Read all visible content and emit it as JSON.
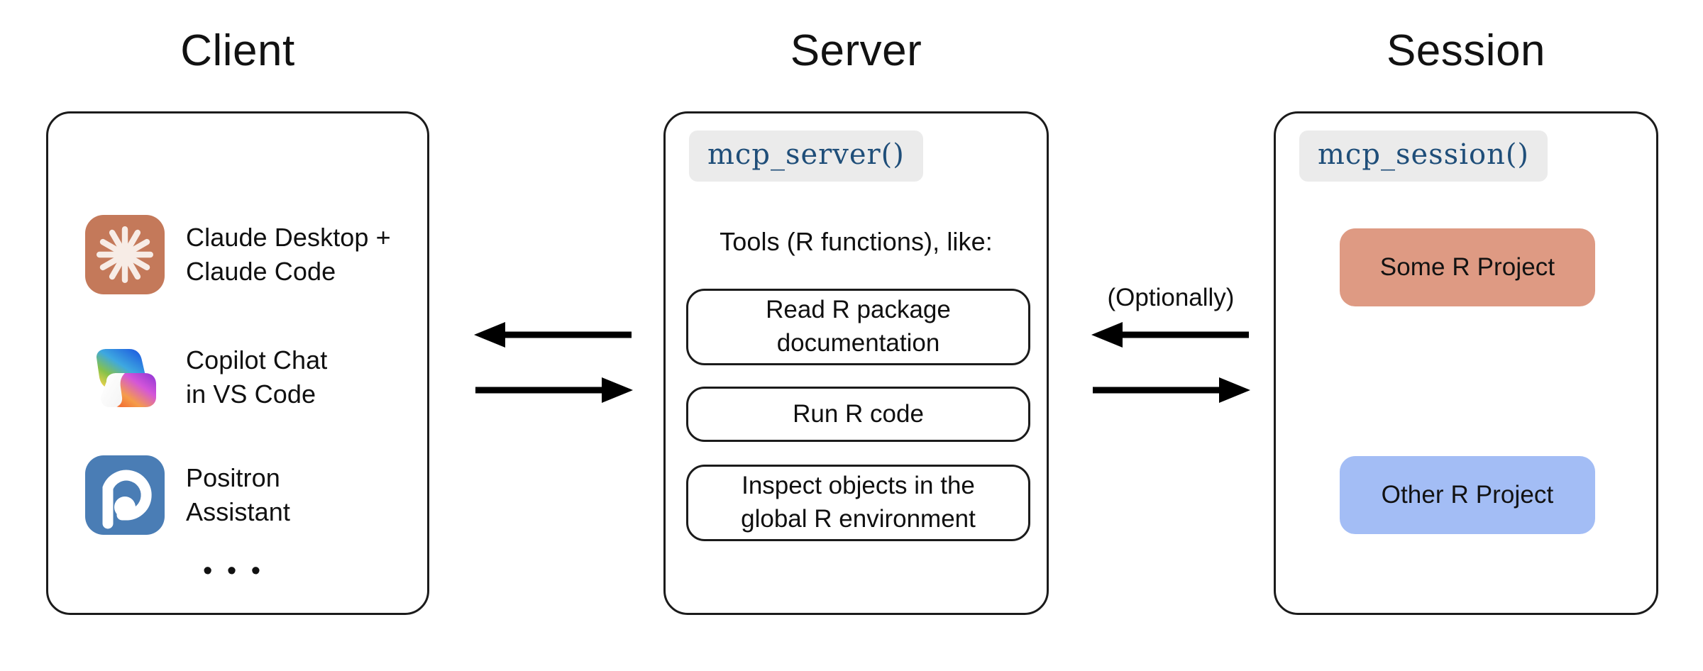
{
  "headings": {
    "client": "Client",
    "server": "Server",
    "session": "Session"
  },
  "client": {
    "items": [
      {
        "icon": "claude-logo-icon",
        "label": "Claude Desktop +\nClaude Code"
      },
      {
        "icon": "copilot-logo-icon",
        "label": "Copilot Chat\nin VS Code"
      },
      {
        "icon": "positron-logo-icon",
        "label": "Positron\nAssistant"
      }
    ],
    "ellipsis": "• • •"
  },
  "server": {
    "badge": "mcp_server()",
    "tools_caption": "Tools (R functions), like:",
    "tools": [
      "Read R package\ndocumentation",
      "Run R code",
      "Inspect objects in the\nglobal R environment"
    ]
  },
  "session": {
    "badge": "mcp_session()",
    "projects": [
      {
        "label": "Some R Project",
        "color": "#de9a83"
      },
      {
        "label": "Other R Project",
        "color": "#a3bdf5"
      }
    ]
  },
  "connections": {
    "client_server_note": "",
    "server_session_note": "(Optionally)"
  },
  "colors": {
    "stroke": "#1b1b1b",
    "badge_background": "#ebebeb",
    "badge_text": "#1f4e79",
    "claude_icon_bg": "#c4795a",
    "claude_icon_fg": "#f7ece6",
    "positron_icon_bg": "#4a7db5",
    "positron_icon_fg": "#ffffff",
    "project_some": "#de9a83",
    "project_other": "#a3bdf5"
  }
}
